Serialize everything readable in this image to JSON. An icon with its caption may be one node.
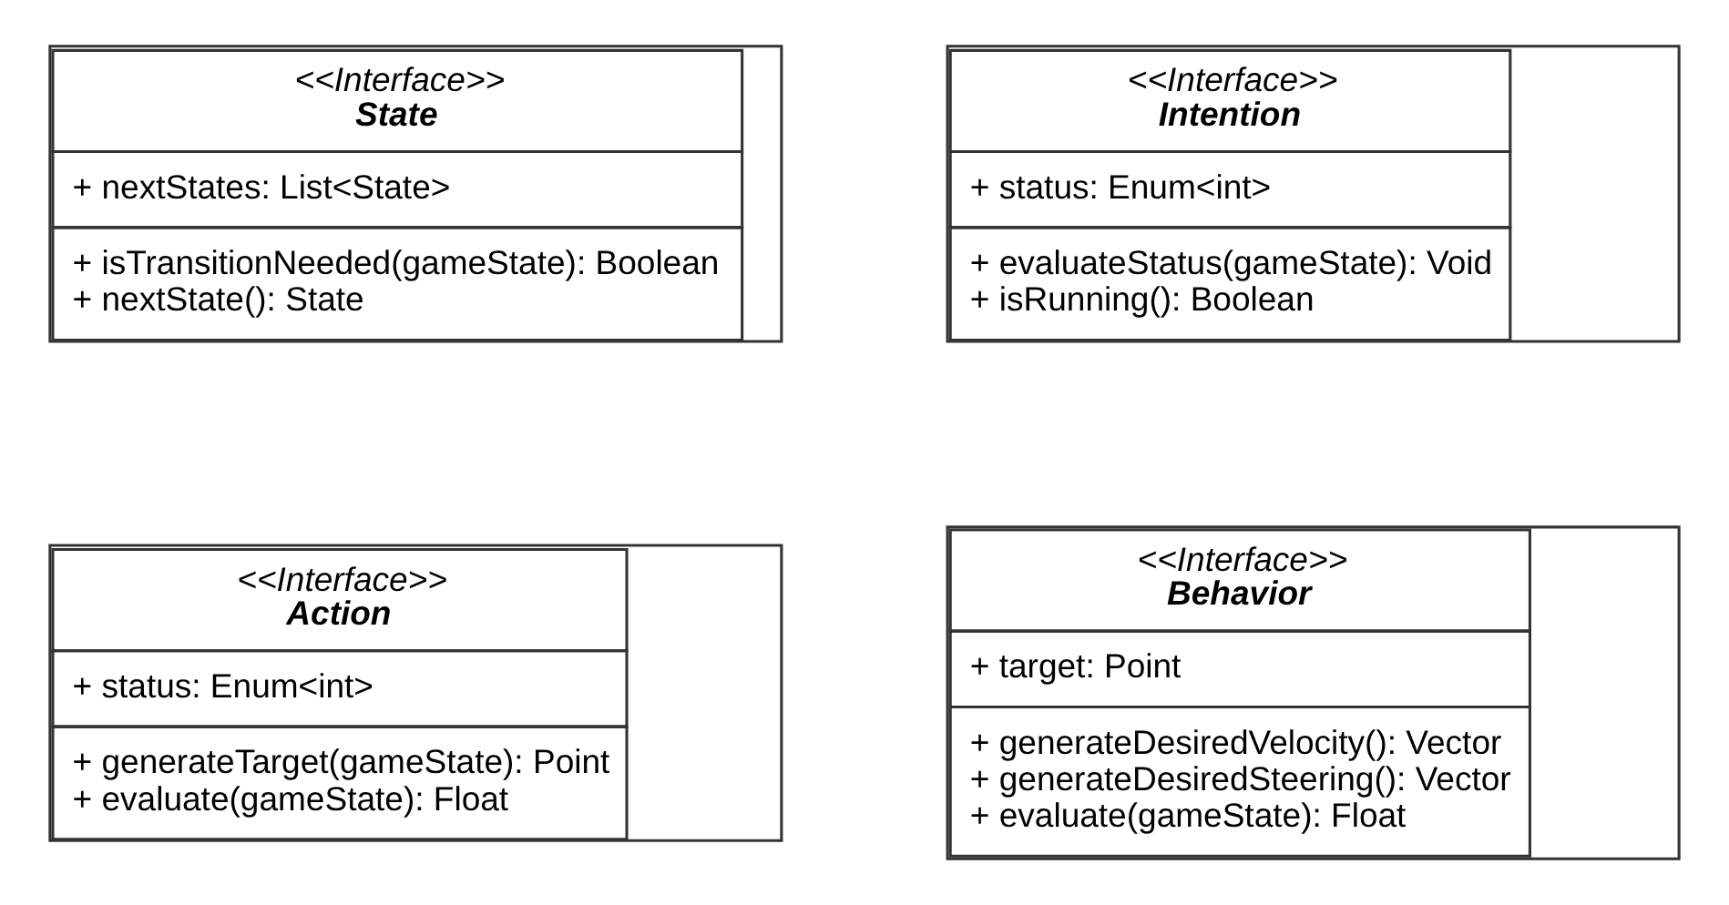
{
  "diagram": {
    "nodes": [
      {
        "text": [
          "<<Interface>>",
          "State",
          "+ nextStates: List<State>",
          "+ isTransitionNeeded(gameState): Boolean",
          "+ nextState(): State"
        ]
      },
      {
        "text": [
          "<<Interface>>",
          "Intention",
          "+ status: Enum<int>",
          "+ evaluateStatus(gameState): Void",
          "+ isRunning(): Boolean"
        ]
      },
      {
        "text": [
          "<<Interface>>",
          "Action",
          "+ status: Enum<int>",
          "+ generateTarget(gameState): Point",
          "+ evaluate(gameState): Float"
        ]
      },
      {
        "text": [
          "<<Interface>>",
          "Behavior",
          "+ target: Point",
          "+ generateDesiredVelocity(): Vector",
          "+ generateDesiredSteering(): Vector",
          "+ evaluate(gameState): Float"
        ]
      }
    ],
    "edges": []
  }
}
